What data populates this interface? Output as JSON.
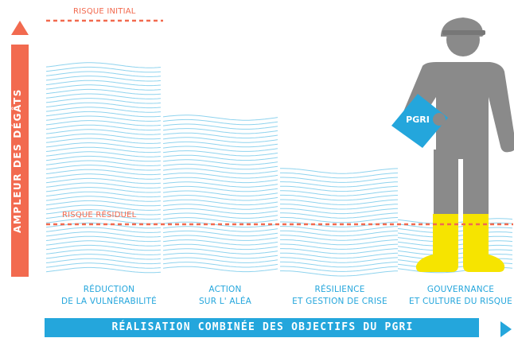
{
  "labels": {
    "initial_risk": "RISQUE INITIAL",
    "residual_risk": "RISQUE RÉSIDUEL",
    "y_axis": "AMPLEUR DES DÉGÂTS",
    "x_axis": "RÉALISATION COMBINÉE DES OBJECTIFS DU PGRI",
    "badge": "PGRI"
  },
  "columns": [
    {
      "line1": "RÉDUCTION",
      "line2": "DE LA VULNÉRABILITÉ"
    },
    {
      "line1": "ACTION",
      "line2": "SUR L' ALÉA"
    },
    {
      "line1": "RÉSILIENCE",
      "line2": "ET GESTION DE CRISE"
    },
    {
      "line1": "GOUVERNANCE",
      "line2": "ET CULTURE DU RISQUE"
    }
  ],
  "colors": {
    "accent_red": "#f26a4f",
    "accent_blue": "#24a6dc",
    "wave_blue": "#8fd3ee",
    "person_grey": "#8a8a8a",
    "boot_yellow": "#f6e400"
  }
}
